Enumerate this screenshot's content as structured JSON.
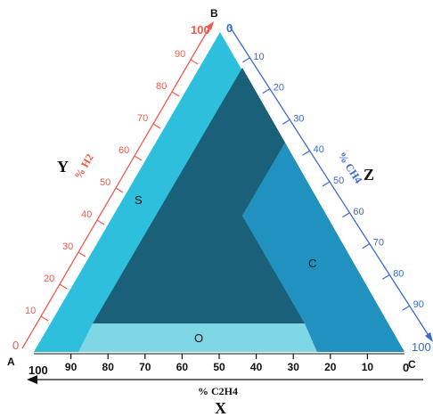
{
  "vertices": {
    "a": "A",
    "b": "B",
    "c": "C"
  },
  "axes": {
    "y": {
      "letter": "Y",
      "title": "% H2",
      "start": "0",
      "end": "100",
      "ticks": [
        "10",
        "20",
        "30",
        "40",
        "50",
        "60",
        "70",
        "80",
        "90"
      ]
    },
    "z": {
      "letter": "Z",
      "title": "% CH4",
      "start": "0",
      "end": "100",
      "ticks": [
        "10",
        "20",
        "30",
        "40",
        "50",
        "60",
        "70",
        "80",
        "90"
      ]
    },
    "x": {
      "letter": "X",
      "title": "% C2H4",
      "start": "100",
      "end": "0",
      "ticks": [
        "90",
        "80",
        "70",
        "60",
        "50",
        "40",
        "30",
        "20",
        "10"
      ]
    }
  },
  "zones": {
    "s": "S",
    "c": "C",
    "o": "O"
  },
  "colors": {
    "outer": "#2ebfdc",
    "center": "#1b6079",
    "right": "#2191bf",
    "bottom": "#7fd6e5",
    "h2_axis": "#f05a4a",
    "ch4_axis": "#3a6ad0",
    "c2h4_axis": "#111111"
  }
}
